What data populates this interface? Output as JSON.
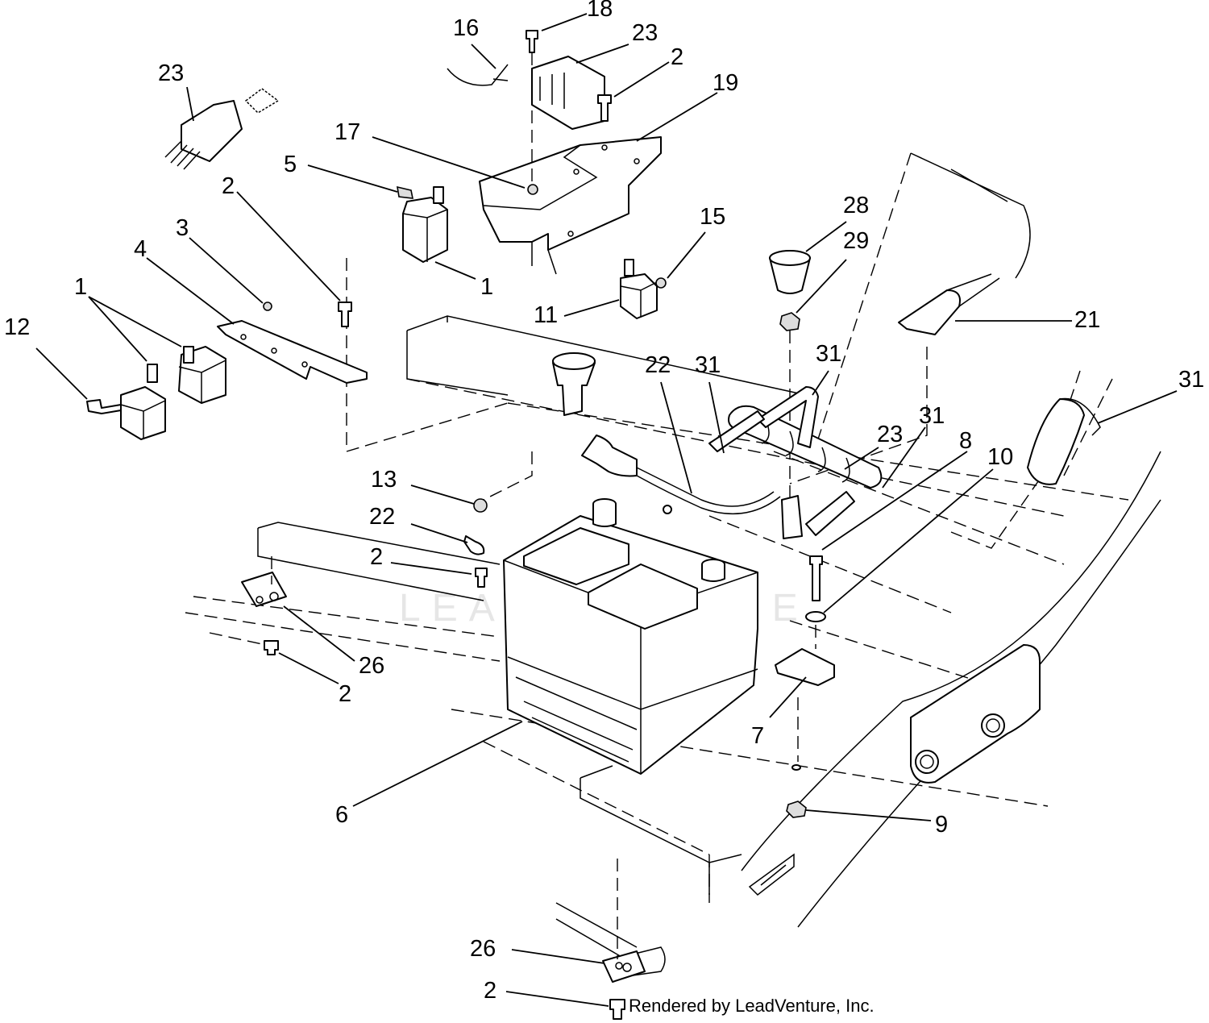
{
  "callouts": [
    {
      "id": "c23a",
      "text": "23"
    },
    {
      "id": "c16",
      "text": "16"
    },
    {
      "id": "c18",
      "text": "18"
    },
    {
      "id": "c23b",
      "text": "23"
    },
    {
      "id": "c2a",
      "text": "2"
    },
    {
      "id": "c19",
      "text": "19"
    },
    {
      "id": "c17",
      "text": "17"
    },
    {
      "id": "c5",
      "text": "5"
    },
    {
      "id": "c2b",
      "text": "2"
    },
    {
      "id": "c3",
      "text": "3"
    },
    {
      "id": "c4",
      "text": "4"
    },
    {
      "id": "c1a",
      "text": "1"
    },
    {
      "id": "c12",
      "text": "12"
    },
    {
      "id": "c1b",
      "text": "1"
    },
    {
      "id": "c15",
      "text": "15"
    },
    {
      "id": "c11",
      "text": "11"
    },
    {
      "id": "c28",
      "text": "28"
    },
    {
      "id": "c29",
      "text": "29"
    },
    {
      "id": "c21",
      "text": "21"
    },
    {
      "id": "c22a",
      "text": "22"
    },
    {
      "id": "c31a",
      "text": "31"
    },
    {
      "id": "c31b",
      "text": "31"
    },
    {
      "id": "c31c",
      "text": "31"
    },
    {
      "id": "c31d",
      "text": "31"
    },
    {
      "id": "c23c",
      "text": "23"
    },
    {
      "id": "c8",
      "text": "8"
    },
    {
      "id": "c10",
      "text": "10"
    },
    {
      "id": "c13",
      "text": "13"
    },
    {
      "id": "c22b",
      "text": "22"
    },
    {
      "id": "c2c",
      "text": "2"
    },
    {
      "id": "c26a",
      "text": "26"
    },
    {
      "id": "c2d",
      "text": "2"
    },
    {
      "id": "c7",
      "text": "7"
    },
    {
      "id": "c6",
      "text": "6"
    },
    {
      "id": "c9",
      "text": "9"
    },
    {
      "id": "c26b",
      "text": "26"
    },
    {
      "id": "c2e",
      "text": "2"
    }
  ],
  "watermark": "LEADVENTURE",
  "credit": "Rendered by LeadVenture, Inc."
}
